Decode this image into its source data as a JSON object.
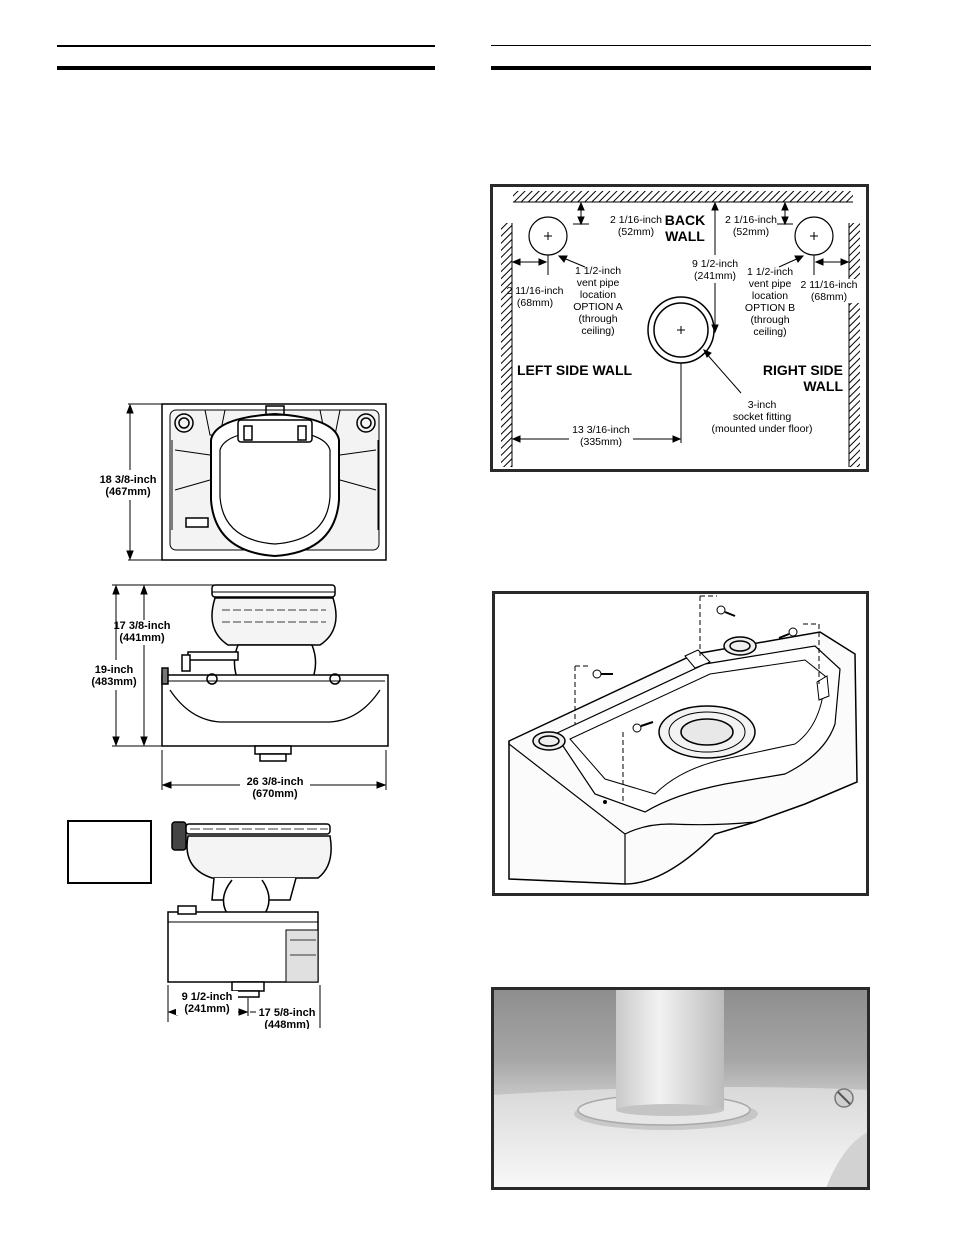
{
  "dimensions_figure": {
    "top_view_depth": {
      "line1": "18 3/8-inch",
      "line2": "(467mm)"
    },
    "front_bowl_height": {
      "line1": "17 3/8-inch",
      "line2": "(441mm)"
    },
    "front_total_height": {
      "line1": "19-inch",
      "line2": "(483mm)"
    },
    "front_width": {
      "line1": "26 3/8-inch",
      "line2": "(670mm)"
    },
    "side_offset": {
      "line1": "9 1/2-inch",
      "line2": "(241mm)"
    },
    "side_depth": {
      "line1": "17 5/8-inch",
      "line2": "(448mm)"
    }
  },
  "floor_plan": {
    "back_wall": {
      "line1": "BACK",
      "line2": "WALL"
    },
    "left_wall": "LEFT SIDE WALL",
    "right_wall": {
      "line1": "RIGHT SIDE",
      "line2": "WALL"
    },
    "left_back_offset": {
      "line1": "2 1/16-inch",
      "line2": "(52mm)"
    },
    "right_back_offset": {
      "line1": "2 1/16-inch",
      "line2": "(52mm)"
    },
    "left_side_offset": {
      "line1": "2 11/16-inch",
      "line2": "(68mm)"
    },
    "right_side_offset": {
      "line1": "2 11/16-inch",
      "line2": "(68mm)"
    },
    "center_offset": {
      "line1": "9 1/2-inch",
      "line2": "(241mm)"
    },
    "bottom_offset": {
      "line1": "13 3/16-inch",
      "line2": "(335mm)"
    },
    "vent_a": {
      "line1": "1 1/2-inch",
      "line2": "vent pipe",
      "line3": "location",
      "line4": "OPTION A",
      "line5": "(through",
      "line6": "ceiling)"
    },
    "vent_b": {
      "line1": "1 1/2-inch",
      "line2": "vent pipe",
      "line3": "location",
      "line4": "OPTION B",
      "line5": "(through",
      "line6": "ceiling)"
    },
    "socket": {
      "line1": "3-inch",
      "line2": "socket fitting",
      "line3": "(mounted under floor)"
    }
  }
}
